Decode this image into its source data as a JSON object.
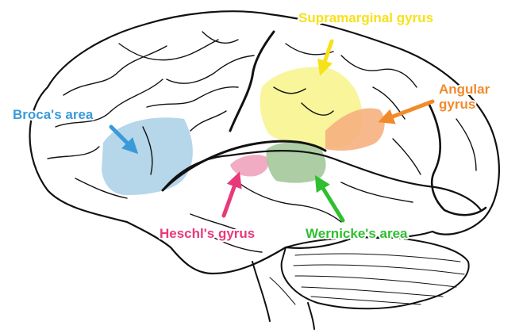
{
  "labels": {
    "supramarginal": "Supramarginal gyrus",
    "angular_line1": "Angular",
    "angular_line2": "gyrus",
    "broca": "Broca's area",
    "heschl": "Heschl's gyrus",
    "wernicke": "Wernicke's area"
  },
  "colors": {
    "supramarginal": "#f7e11a",
    "angular": "#f28a2c",
    "broca": "#3a9ad9",
    "heschl": "#e83a7a",
    "wernicke": "#2fbf2f",
    "supramarginal_fill": "#f7f38a",
    "angular_fill": "#f6b080",
    "broca_fill": "#a9cfe6",
    "heschl_fill": "#f0a3bd",
    "wernicke_fill": "#a4c89a",
    "outline": "#111111"
  }
}
